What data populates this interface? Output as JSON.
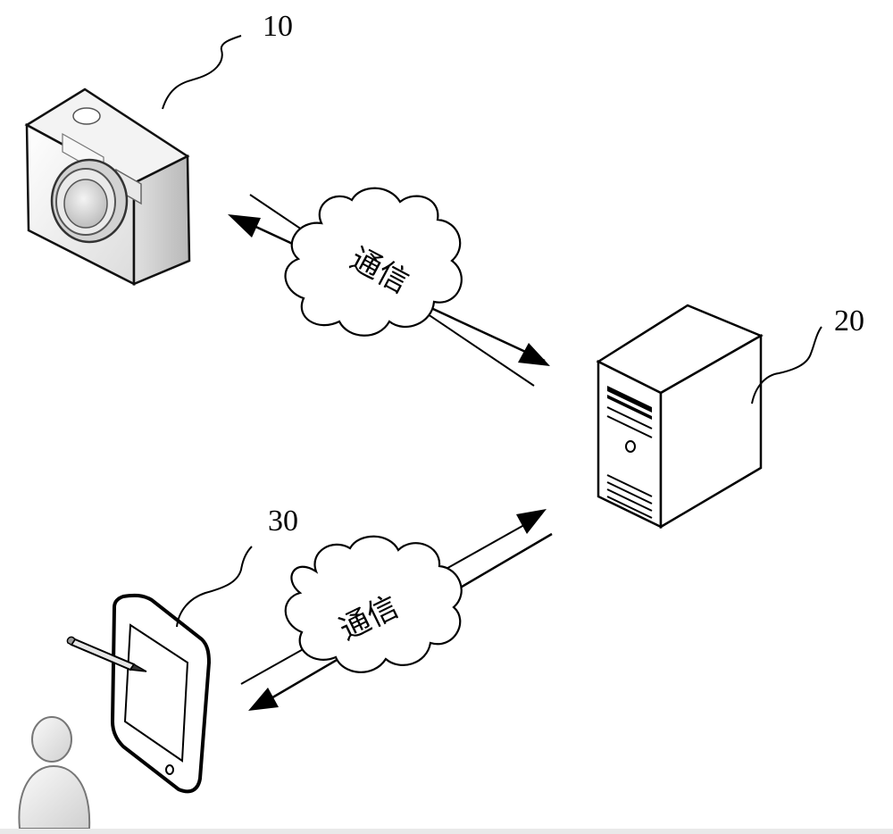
{
  "diagram": {
    "labels": {
      "camera_ref": "10",
      "server_ref": "20",
      "tablet_ref": "30"
    },
    "links": {
      "top_cloud_text": "通信",
      "bottom_cloud_text": "通信"
    }
  }
}
